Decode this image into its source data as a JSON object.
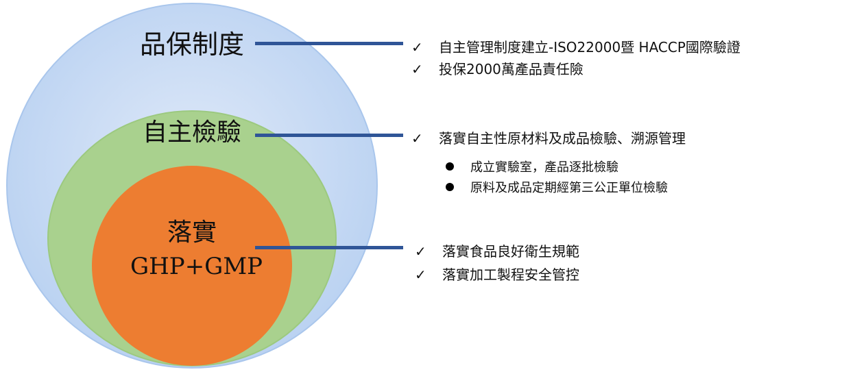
{
  "layers": {
    "outer": {
      "label": "品保制度",
      "fill": "#c5d9f4",
      "stroke": "#a9c6ec"
    },
    "middle": {
      "label": "自主檢驗",
      "fill": "#a9d18e",
      "stroke": "#9cc97f"
    },
    "inner": {
      "label_line1": "落實",
      "label_line2": "GHP+GMP",
      "fill": "#ed7d31"
    }
  },
  "connector_color": "#2f5597",
  "groups": {
    "quality": {
      "items": [
        {
          "mark": "✓",
          "text": "自主管理制度建立-ISO22000暨 HACCP國際驗證"
        },
        {
          "mark": "✓",
          "text": "投保2000萬產品責任險"
        }
      ]
    },
    "inspection": {
      "items": [
        {
          "mark": "✓",
          "text": "落實自主性原材料及成品檢驗、溯源管理"
        }
      ],
      "subitems": [
        {
          "text": "成立實驗室，產品逐批檢驗"
        },
        {
          "text": "原料及成品定期經第三公正單位檢驗"
        }
      ]
    },
    "practice": {
      "items": [
        {
          "mark": "✓",
          "text": "落實食品良好衛生規範"
        },
        {
          "mark": "✓",
          "text": "落實加工製程安全管控"
        }
      ]
    }
  }
}
